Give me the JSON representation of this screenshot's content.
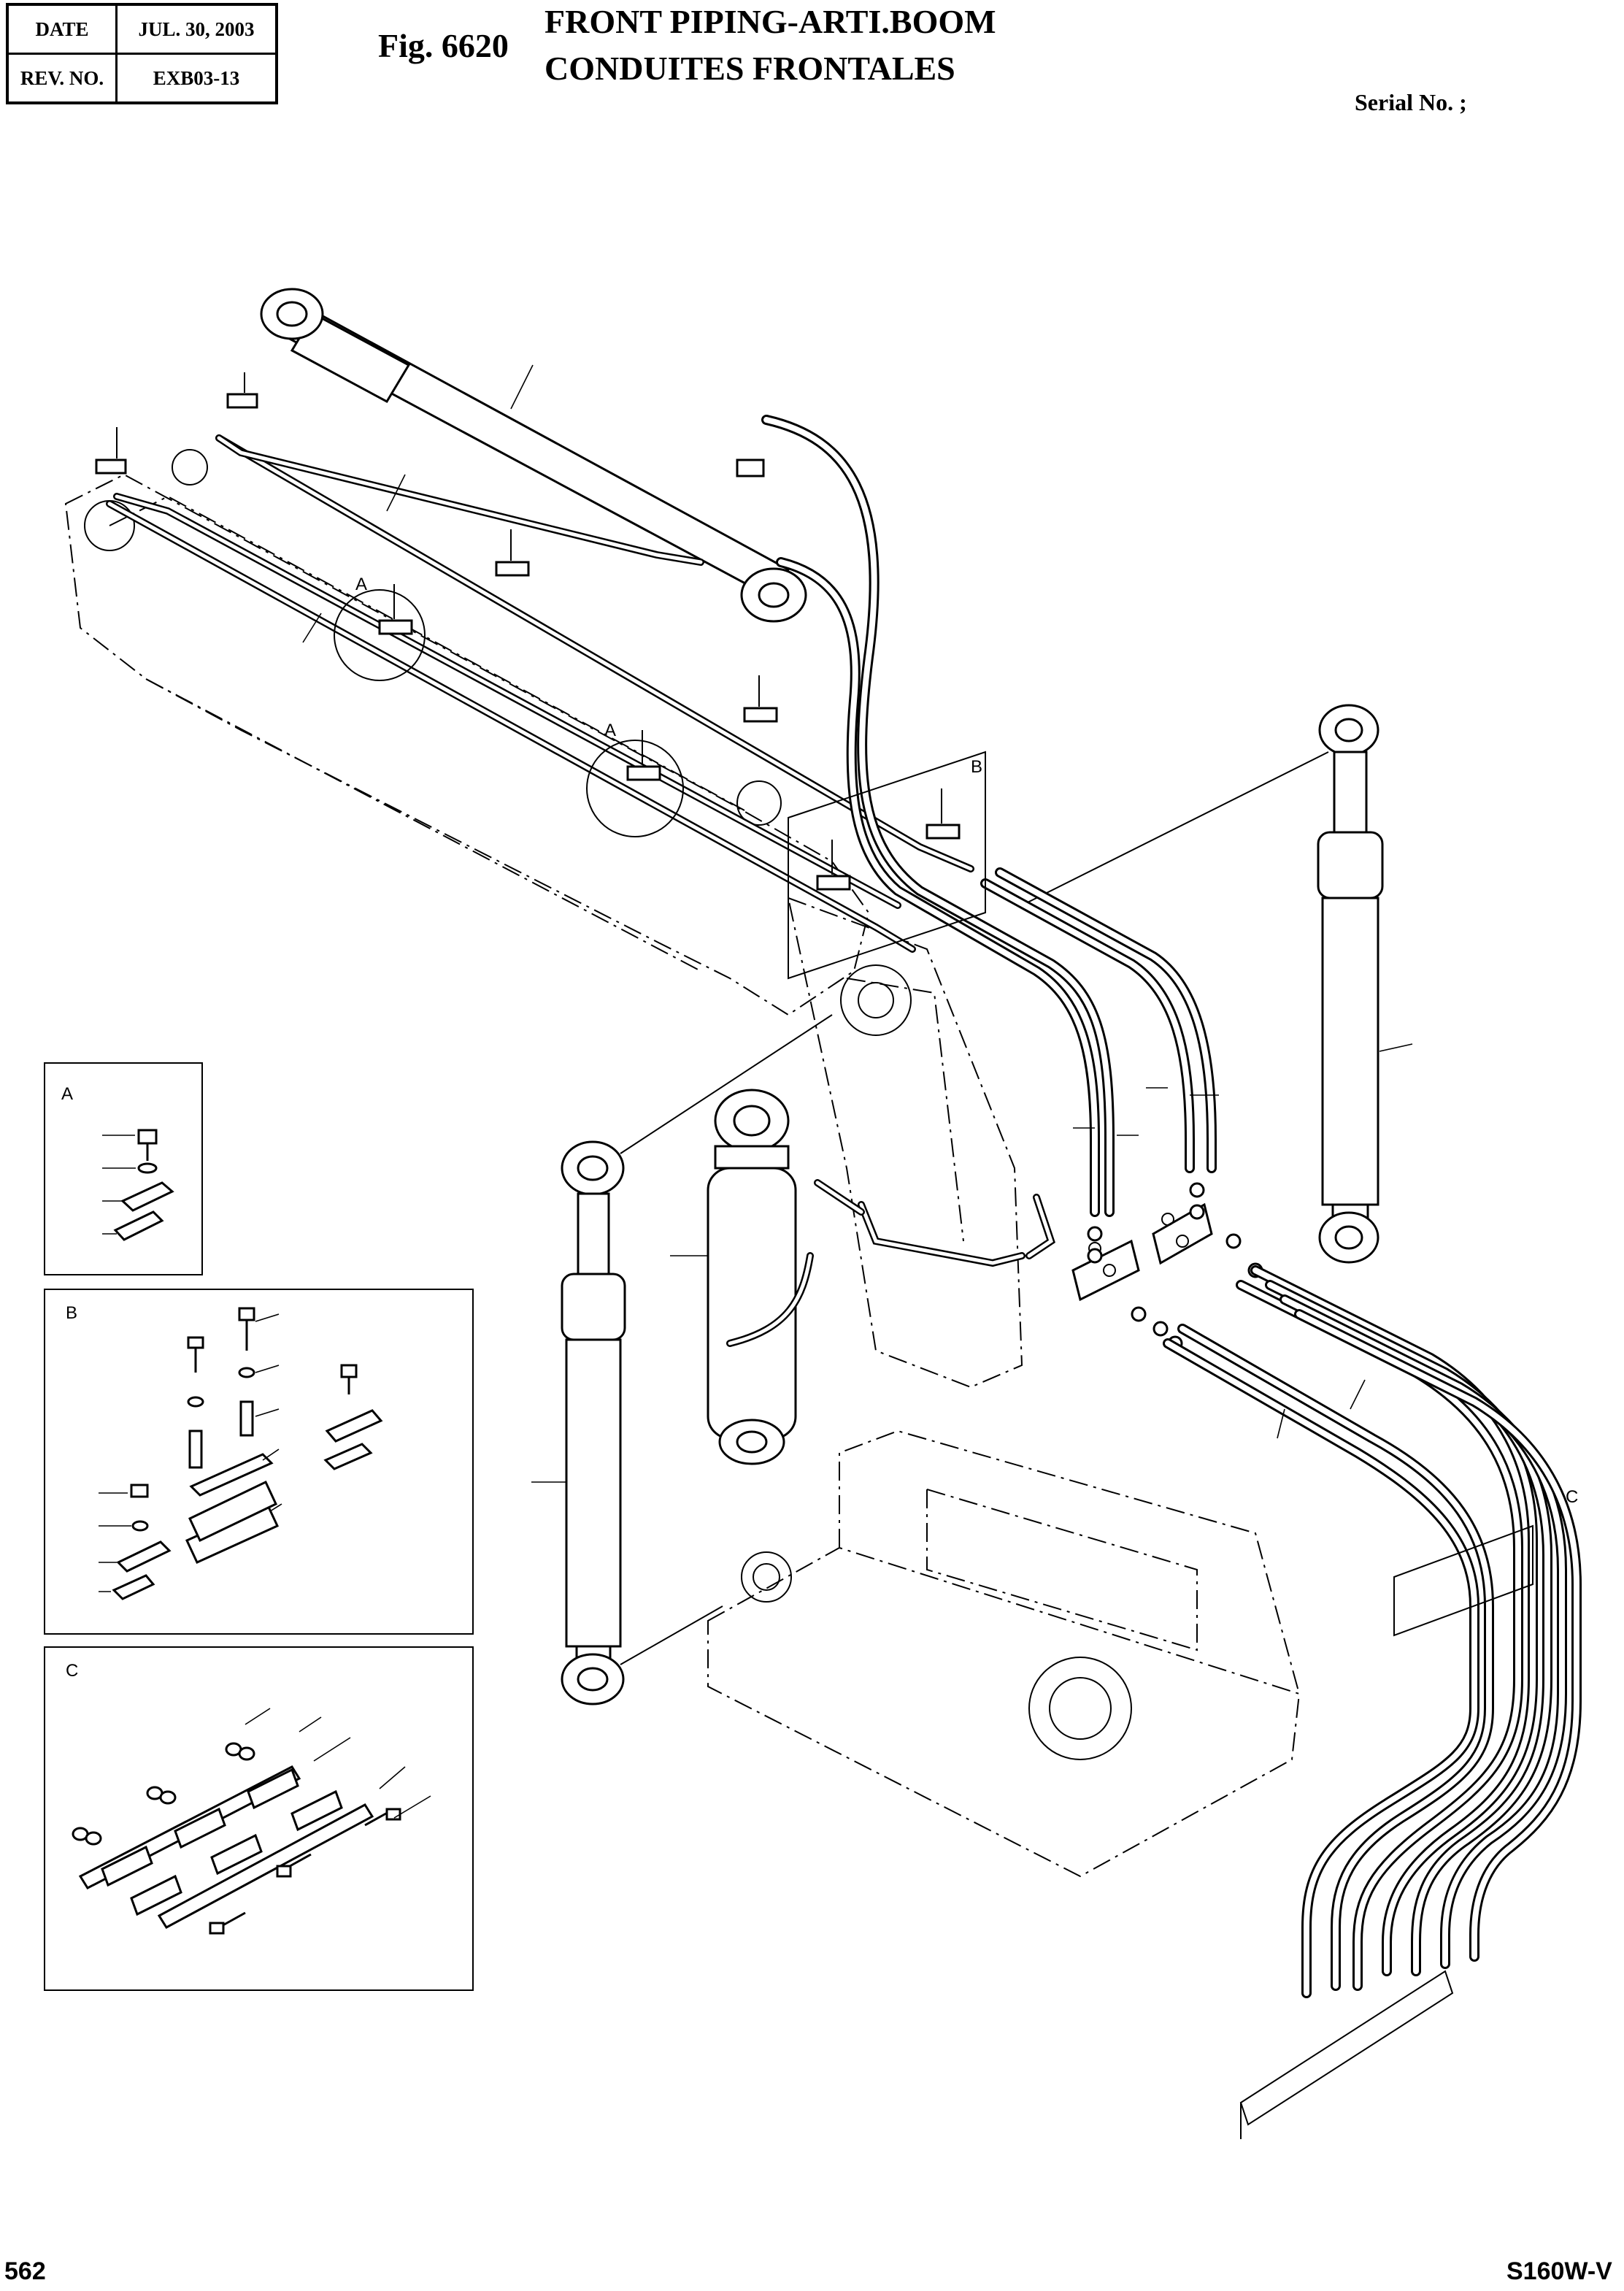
{
  "header": {
    "date_label": "DATE",
    "date_value": "JUL. 30, 2003",
    "rev_label": "REV. NO.",
    "rev_value": "EXB03-13"
  },
  "figure": {
    "number": "Fig. 6620",
    "title_line1": "FRONT PIPING-ARTI.BOOM",
    "title_line2": "CONDUITES FRONTALES"
  },
  "serial": "Serial No. ;",
  "detail_labels": {
    "a_main_1": "A",
    "a_main_2": "A",
    "b_main": "B",
    "c_main": "C",
    "box_a": "A",
    "box_b": "B",
    "box_c": "C"
  },
  "footer": {
    "page_number": "562",
    "model": "S160W-V"
  }
}
